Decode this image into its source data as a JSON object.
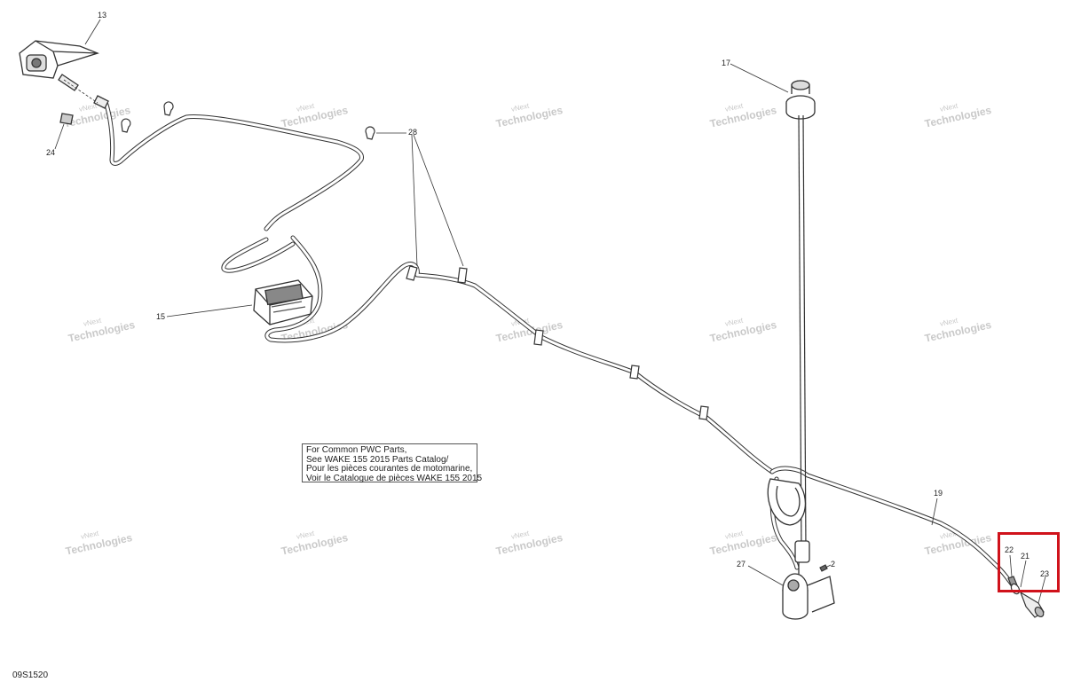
{
  "callouts": {
    "c13": "13",
    "c24": "24",
    "c15": "15",
    "c28": "28",
    "c17": "17",
    "c19": "19",
    "c27": "27",
    "c2": "2",
    "c22": "22",
    "c21": "21",
    "c23": "23"
  },
  "note": {
    "line1": "For Common PWC Parts,",
    "line2": "See WAKE 155 2015 Parts Catalog/",
    "line3": "Pour les pièces courantes de motomarine,",
    "line4": "Voir le Catalogue de pièces WAKE 155 2015"
  },
  "figure_code": "09S1520",
  "watermark": {
    "line1": "vNext",
    "line2": "Technologies"
  },
  "colors": {
    "line": "#333333",
    "highlight": "#d0121b",
    "watermark": "#c9c9c9"
  }
}
